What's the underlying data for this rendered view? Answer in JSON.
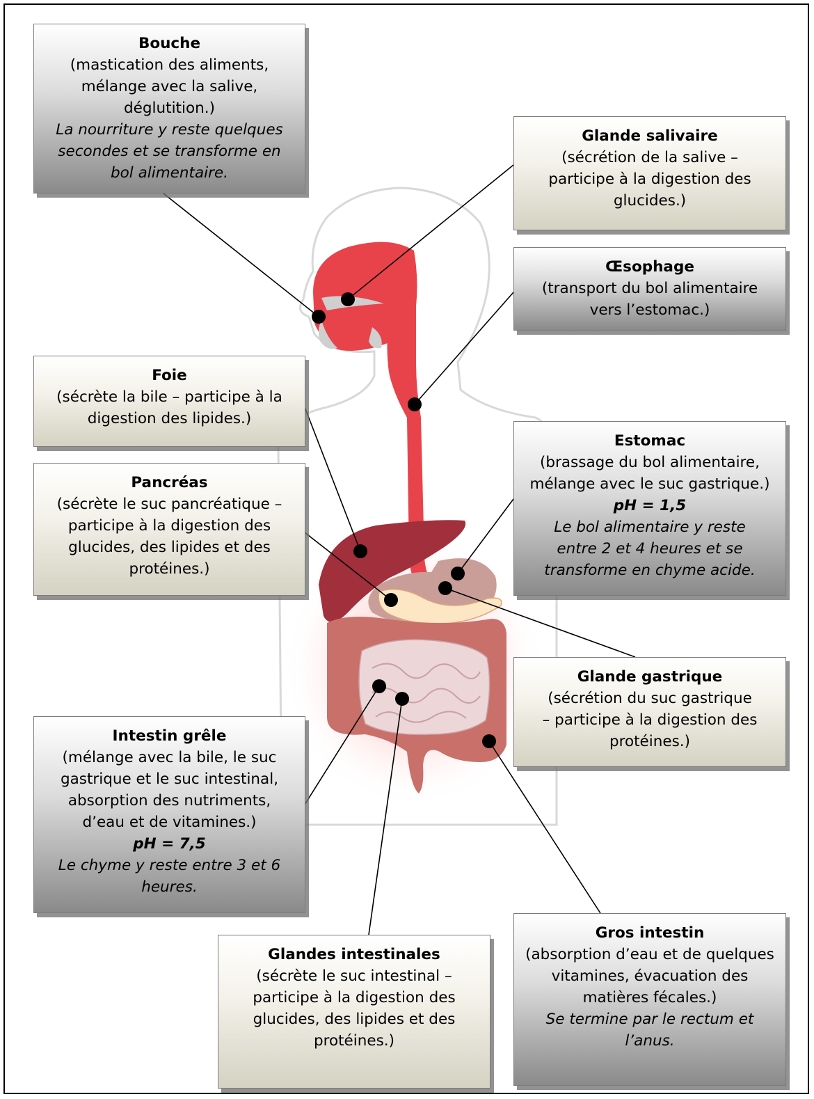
{
  "colors": {
    "digestive_tract": "#e8434a",
    "liver": "#a12f3c",
    "intestine": "#c9706a",
    "small_intestine": "#ecd6d8",
    "pancreas": "#fde6c4",
    "stomach": "#c99e98",
    "body_outline": "#d6d6d6",
    "marker": "#000000"
  },
  "labels": {
    "bouche": {
      "title": "Bouche",
      "desc": "(mastication des aliments, mélange avec la salive, déglutition.)",
      "note": "La nourriture y reste quelques secondes et se transforme en bol alimentaire."
    },
    "glande_salivaire": {
      "title": "Glande salivaire",
      "desc": "(sécrétion de la salive – participe à la digestion des glucides.)"
    },
    "oesophage": {
      "title": "Œsophage",
      "desc": "(transport du bol alimentaire vers l’estomac.)"
    },
    "foie": {
      "title": "Foie",
      "desc": "(sécrète la bile – participe à la digestion des lipides.)"
    },
    "pancreas": {
      "title": "Pancréas",
      "desc": "(sécrète le suc pancréatique – participe à la digestion des glucides, des lipides et des protéines.)"
    },
    "estomac": {
      "title": "Estomac",
      "desc": "(brassage du bol alimentaire, mélange avec le suc gastrique.)",
      "ph": "pH = 1,5",
      "note": "Le bol alimentaire y reste entre 2 et 4 heures et se transforme en chyme acide."
    },
    "glande_gastrique": {
      "title": "Glande gastrique",
      "desc": "(sécrétion du suc gastrique – participe à la digestion des protéines.)"
    },
    "intestin_grele": {
      "title": "Intestin grêle",
      "desc": "(mélange avec la bile, le suc gastrique et le suc intestinal, absorption des nutriments, d’eau et de vitamines.)",
      "ph": "pH = 7,5",
      "note": "Le chyme y reste entre 3 et 6 heures."
    },
    "glandes_intestinales": {
      "title": "Glandes intestinales",
      "desc": "(sécrète le suc intestinal – participe à la digestion des glucides, des lipides et des protéines.)"
    },
    "gros_intestin": {
      "title": "Gros intestin",
      "desc": "(absorption d’eau et de quelques vitamines, évacuation des matières fécales.)",
      "note": "Se termine par le rectum et l’anus."
    }
  }
}
